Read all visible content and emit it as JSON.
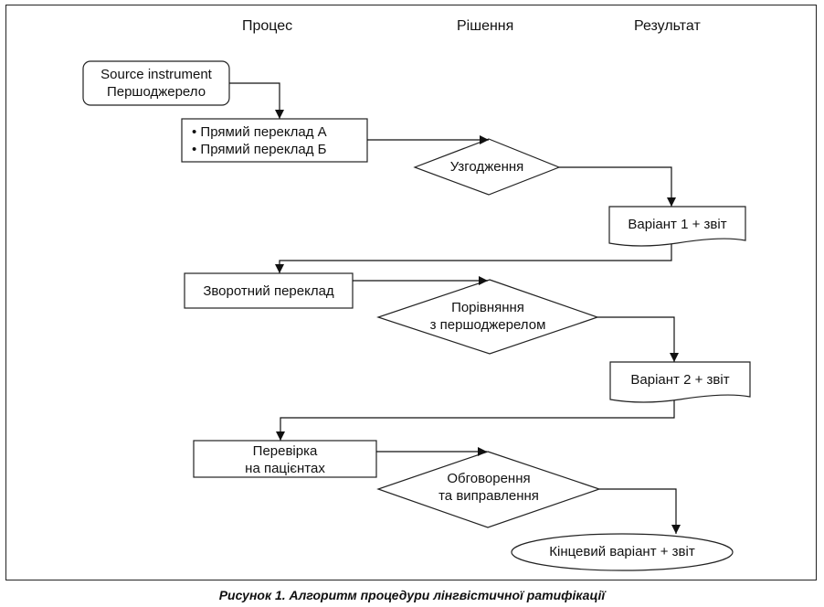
{
  "headers": {
    "process": "Процес",
    "decision": "Рішення",
    "result": "Результат"
  },
  "nodes": {
    "source": [
      "Source instrument",
      "Першоджерело"
    ],
    "forward": [
      "• Прямий переклад А",
      "• Прямий переклад Б"
    ],
    "reconcile": "Узгодження",
    "variant1": "Варіант 1 + звіт",
    "back": "Зворотний переклад",
    "compare": [
      "Порівняння",
      "з першоджерелом"
    ],
    "variant2": "Варіант 2 + звіт",
    "patients": [
      "Перевірка",
      "на пацієнтах"
    ],
    "discuss": [
      "Обговорення",
      "та виправлення"
    ],
    "final": "Кінцевий варіант + звіт"
  },
  "caption": "Рисунок 1. Алгоритм процедури лінгвістичної ратифікації"
}
